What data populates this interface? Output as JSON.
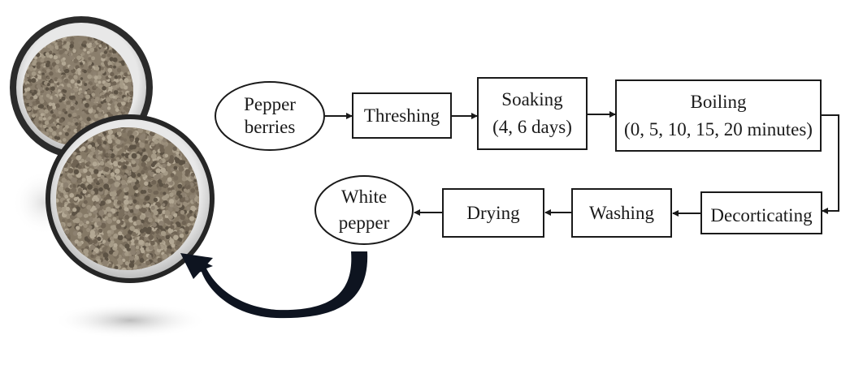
{
  "diagram": {
    "steps": {
      "pepper_berries": {
        "line1": "Pepper",
        "line2": "berries"
      },
      "threshing": {
        "label": "Threshing"
      },
      "soaking": {
        "line1": "Soaking",
        "line2": "(4, 6 days)"
      },
      "boiling": {
        "line1": "Boiling",
        "line2": "(0, 5, 10, 15, 20 minutes)"
      },
      "decorticating": {
        "label": "Decorticating"
      },
      "washing": {
        "label": "Washing"
      },
      "drying": {
        "label": "Drying"
      },
      "white_pepper": {
        "line1": "White",
        "line2": "pepper"
      }
    },
    "photo": {
      "subject": "bowls of white pepper seeds"
    },
    "colors": {
      "stroke": "#1a1a1a",
      "bowl_rim": "#2b2b2b",
      "seed_base": "#8a7e6c",
      "curved_arrow": "#0e1420"
    }
  }
}
